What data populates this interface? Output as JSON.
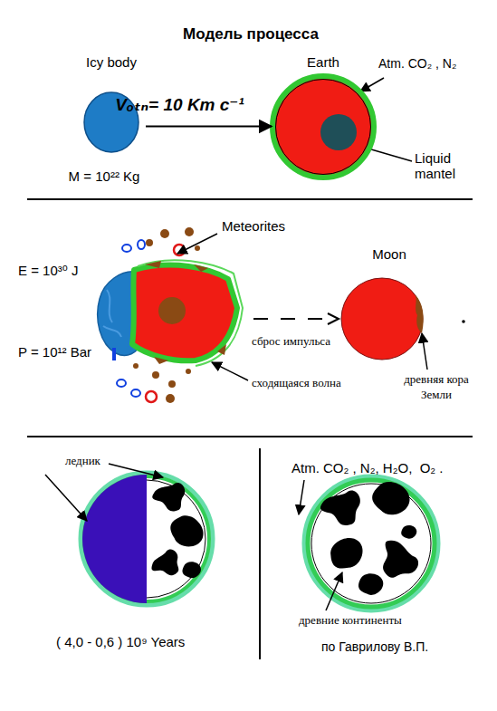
{
  "diagram": {
    "title": "Модель процесса",
    "nodes": [
      {
        "text": [
          "Icy body",
          "M = 10²² Kg"
        ]
      },
      {
        "text": [
          "Earth"
        ]
      },
      {
        "text": [
          "Moon"
        ]
      }
    ],
    "edges": [
      {
        "from": 0,
        "to": 1,
        "arrow": "to",
        "label": "Vₒₜₙ= 10 Km c⁻¹"
      }
    ],
    "labels": [
      "Liquid mantel",
      "Atm. CO₂ , N₂",
      "Meteorites",
      "E = 10³⁰ J",
      "P = 10¹² Bar",
      "сброс импульса",
      "сходящаяся волна",
      "древняя кора Земли",
      "ледник",
      "( 4,0 - 0,6 ) 10⁹ Years",
      "Atm. CO₂ , N₂, H₂O,  O₂ .",
      "древние континенты",
      "по Гаврилову В.П."
    ]
  }
}
